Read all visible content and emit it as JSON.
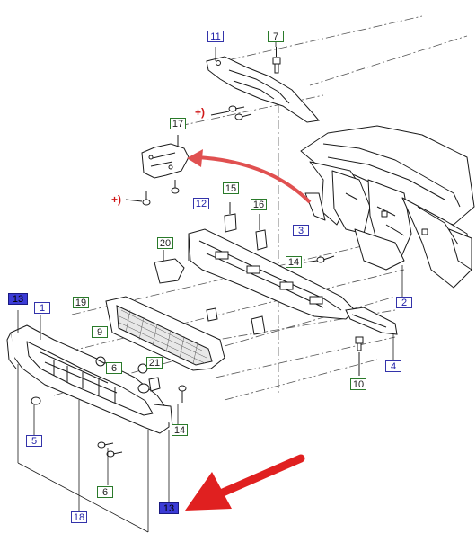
{
  "callouts": [
    {
      "id": "c11",
      "text": "11",
      "style": "blue"
    },
    {
      "id": "c7",
      "text": "7",
      "style": "green"
    },
    {
      "id": "c17",
      "text": "17",
      "style": "green"
    },
    {
      "id": "c15",
      "text": "15",
      "style": "green"
    },
    {
      "id": "c12",
      "text": "12",
      "style": "blue"
    },
    {
      "id": "c16",
      "text": "16",
      "style": "green"
    },
    {
      "id": "c3",
      "text": "3",
      "style": "blue"
    },
    {
      "id": "c20",
      "text": "20",
      "style": "green"
    },
    {
      "id": "c14a",
      "text": "14",
      "style": "green"
    },
    {
      "id": "c19",
      "text": "19",
      "style": "green"
    },
    {
      "id": "c13a",
      "text": "13",
      "style": "blue-filled"
    },
    {
      "id": "c1",
      "text": "1",
      "style": "blue"
    },
    {
      "id": "c2",
      "text": "2",
      "style": "blue"
    },
    {
      "id": "c9",
      "text": "9",
      "style": "green"
    },
    {
      "id": "c21",
      "text": "21",
      "style": "green"
    },
    {
      "id": "c6a",
      "text": "6",
      "style": "green"
    },
    {
      "id": "c4",
      "text": "4",
      "style": "blue"
    },
    {
      "id": "c10",
      "text": "10",
      "style": "green"
    },
    {
      "id": "c14b",
      "text": "14",
      "style": "green"
    },
    {
      "id": "c5",
      "text": "5",
      "style": "blue"
    },
    {
      "id": "c6b",
      "text": "6",
      "style": "green"
    },
    {
      "id": "c18",
      "text": "18",
      "style": "blue"
    },
    {
      "id": "c13b",
      "text": "13",
      "style": "blue-filled"
    }
  ],
  "fastener_markers": [
    {
      "id": "p1",
      "text": "+)"
    },
    {
      "id": "p2",
      "text": "+)"
    }
  ],
  "colors": {
    "callout_blue": "#3333aa",
    "callout_green": "#2a7a2a",
    "callout_filled": "#3b3bd6",
    "arrow_red": "#e02020",
    "line": "#1a1a1a"
  }
}
